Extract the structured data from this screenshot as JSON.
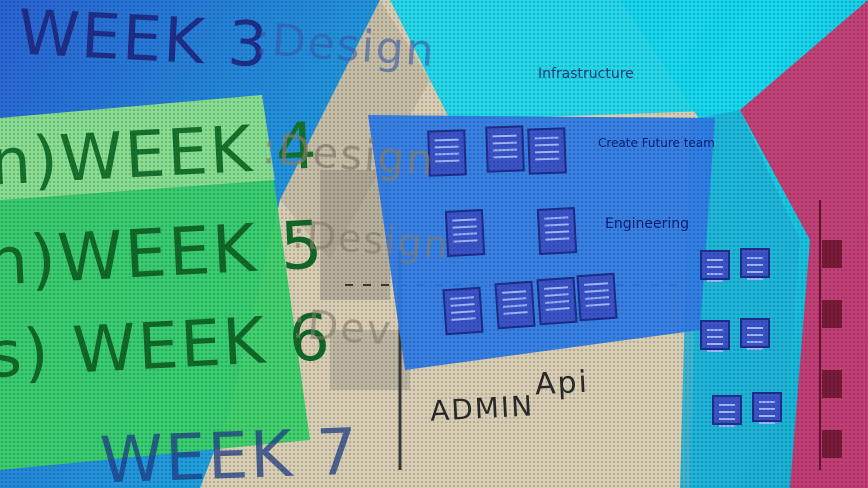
{
  "board": {
    "week3": "WEEK 3",
    "design_a": ":Design",
    "week4": "n)WEEK 4",
    "design_b": ":Design",
    "week5": "h)WEEK 5",
    "design_c": ":Design",
    "week6": "s) WEEK 6",
    "dev": ":Dev",
    "week7": "WEEK 7"
  },
  "whiteboard": {
    "infrastructure_note": "Infrastructure",
    "create_note": "Create Future team",
    "engineering_note": "Engineering",
    "admin": "ADMIN",
    "api": "Api"
  },
  "colors": {
    "cyan": "#16d9f0",
    "green": "#3ad16a",
    "blue_panel": "#2f7ce8",
    "magenta": "#d6326b",
    "beige": "#d9cfb5"
  }
}
